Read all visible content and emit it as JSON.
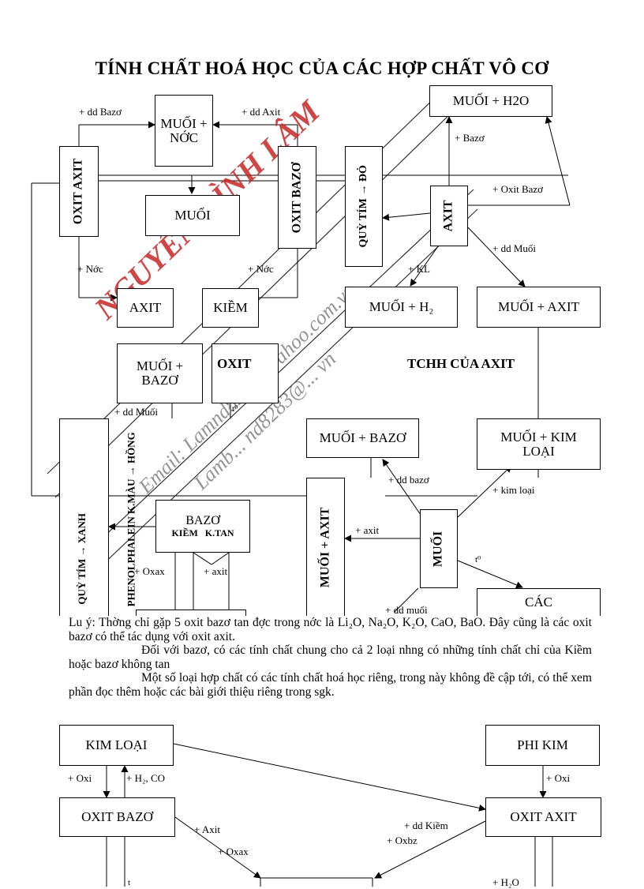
{
  "title": "TÍNH CHẤT HOÁ HỌC CỦA CÁC HỢP CHẤT VÔ CƠ",
  "boxes": {
    "muoi_nuoc": "MUỐI + NỚC",
    "oxit_axit": "OXIT AXIT",
    "oxit_bazo": "OXIT BAZƠ",
    "muoi": "MUỐI",
    "quy_tim_do": "QUỲ TÍM → ĐỎ",
    "axit_center": "AXIT",
    "muoi_h2o": "MUỐI + H2O",
    "axit": "AXIT",
    "kiem": "KIỀM",
    "muoi_h2": "MUỐI + H₂",
    "muoi_axit": "MUỐI + AXIT",
    "muoi_bazo_left": "MUỐI + BAZƠ",
    "oxit_left": "OXIT",
    "muoi_bazo_right": "MUỐI + BAZƠ",
    "muoi_kim_loai": "MUỐI + KIM LOẠI",
    "quy_tim_xanh": "QUỲ TÍM → XANH",
    "phenol": "PHENOLPHALEIN K.MÀU → HỒNG",
    "bazo_title": "BAZƠ",
    "bazo_sub": "KIỀM   K.TAN",
    "muoi_axit_vertical": "MUỐI + AXIT",
    "muoi_center": "MUỐI",
    "cac": "CÁC",
    "kim_loai": "KIM LOẠI",
    "phi_kim": "PHI KIM",
    "oxit_bazo_bottom": "OXIT BAZƠ",
    "oxit_axit_bottom": "OXIT AXIT"
  },
  "headings": {
    "tchh_axit": "TCHH CỦA AXIT"
  },
  "labels": {
    "dd_bazo": "+ dd Bazơ",
    "dd_axit": "+ dd Axit",
    "bazo": "+ Bazơ",
    "oxit_bazo": "+ Oxit Bazơ",
    "dd_muoi_top": "+ dd Muối",
    "nuoc_left": "+ Nớc",
    "nuoc_right": "+ Nớc",
    "kl": "+ KL",
    "dd_muoi_left": "+ dd Muối",
    "t0_a": "t⁰",
    "dd_bazo_low": "+ dd bazơ",
    "kim_loai_low": "+ kim loại",
    "axit_low": "+ axit",
    "t0_b": "t⁰",
    "oxax": "+ Oxax",
    "axit_small": "+ axit",
    "dd_muoi_bottom": "+ dd muối",
    "oxi_left": "+ Oxi",
    "h2_co": "+ H₂, CO",
    "oxi_right": "+ Oxi",
    "axit_b": "+ Axit",
    "dd_kiem": "+ dd Kiềm",
    "oxax_b": "+ Oxax",
    "oxbz": "+ Oxbz",
    "h2o": "+ H₂O",
    "t_bottom": "t"
  },
  "watermark": {
    "main": "NGUYỄN ĐÌNH LÂM",
    "email1": "Email: Lamnd8283@yahoo.com.vn",
    "email2": "Lamb... nd8283@... vn"
  },
  "note": {
    "line1": "Lu   ý:        Thờng   chỉ gặp 5 oxit bazơ tan đợc   trong nớc   là Li₂O, Na₂O, K₂O, CaO, BaO. Đây cũng là các oxit bazơ có thể tác dụng với oxit axit.",
    "line2": "Đối với bazơ, có các tính chất chung cho cả 2 loại nhng   có những tính chất chỉ của Kiềm hoặc bazơ không tan",
    "line3": "Một số loại hợp chất có các tính chất hoá học riêng, trong này không đề cập tới, có thể xem phần đọc thêm hoặc các bài giới thiệu riêng trong sgk."
  }
}
